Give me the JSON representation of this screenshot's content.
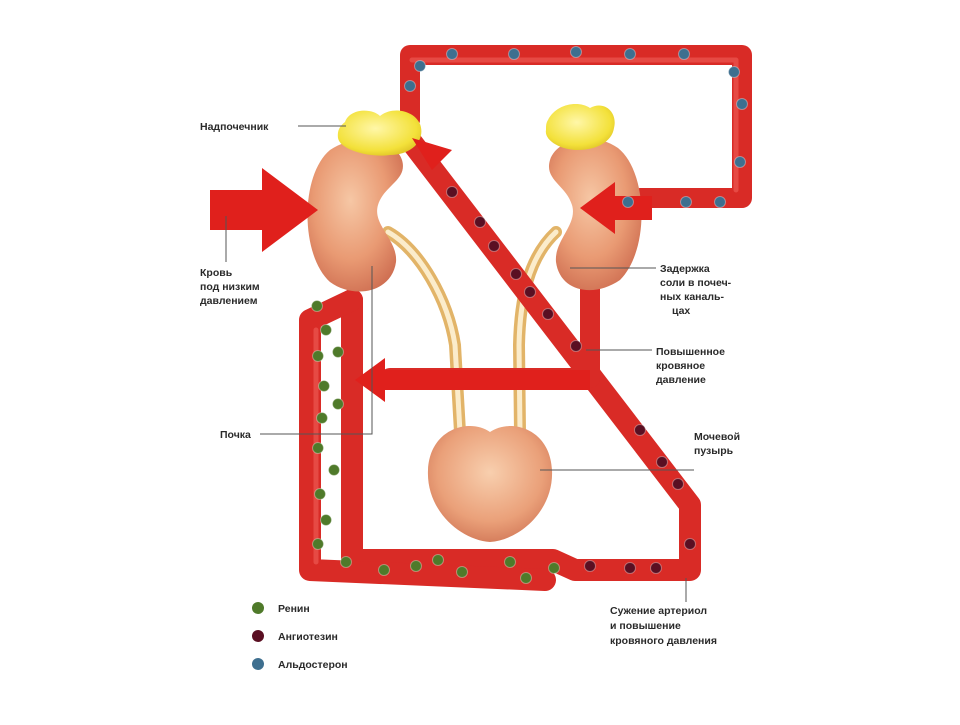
{
  "colors": {
    "vessel": "#d92b26",
    "renin": "#4f7a2a",
    "angiotensin": "#5a0f22",
    "aldosterone": "#3e6f8f",
    "adrenal": "#f3e13a",
    "kidney": "#e99a73",
    "urine": "#f1d49a",
    "arrow": "#e0201c"
  },
  "labels": {
    "adrenal": "Надпочечник",
    "low_pressure": [
      "Кровь",
      "под низким",
      "давлением"
    ],
    "kidney": "Почка",
    "salt_retention": [
      "Задержка",
      "соли в почеч-",
      "ных каналь-",
      "цах"
    ],
    "high_pressure": [
      "Повышенное",
      "кровяное",
      "давление"
    ],
    "bladder": [
      "Мочевой",
      "пузырь"
    ],
    "constriction": [
      "Сужение артериол",
      "и повышение",
      "кровяного давления"
    ]
  },
  "legend": [
    {
      "label": "Ренин",
      "color_key": "renin"
    },
    {
      "label": "Ангиотезин",
      "color_key": "angiotensin"
    },
    {
      "label": "Альдостерон",
      "color_key": "aldosterone"
    }
  ],
  "icons": {
    "renin": "green-dot-icon",
    "angiotensin": "dark-red-dot-icon",
    "aldosterone": "blue-dot-icon"
  }
}
